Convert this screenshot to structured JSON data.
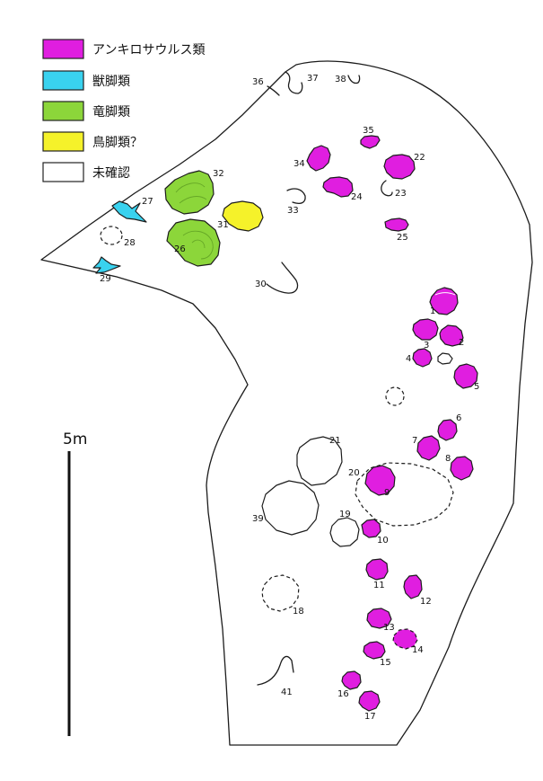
{
  "legend": [
    {
      "label": "アンキロサウルス類",
      "color": "#e01ee0",
      "footprints": [
        "1",
        "2",
        "3",
        "4",
        "5",
        "6",
        "7",
        "8",
        "9",
        "10",
        "11",
        "12",
        "13",
        "14",
        "15",
        "16",
        "17",
        "22",
        "24",
        "25",
        "34",
        "35"
      ]
    },
    {
      "label": "獣脚類",
      "color": "#39d2ef",
      "footprints": [
        "27",
        "29"
      ]
    },
    {
      "label": "竜脚類",
      "color": "#8cd63a",
      "footprints": [
        "26",
        "32"
      ]
    },
    {
      "label": "鳥脚類？",
      "color": "#f5f22a",
      "footprints": [
        "31"
      ]
    },
    {
      "label": "未確認",
      "color": "#ffffff",
      "footprints": [
        "18",
        "19",
        "20",
        "21",
        "23",
        "28",
        "30",
        "33",
        "36",
        "37",
        "38",
        "39",
        "41"
      ]
    }
  ],
  "scale": {
    "label": "5m"
  }
}
